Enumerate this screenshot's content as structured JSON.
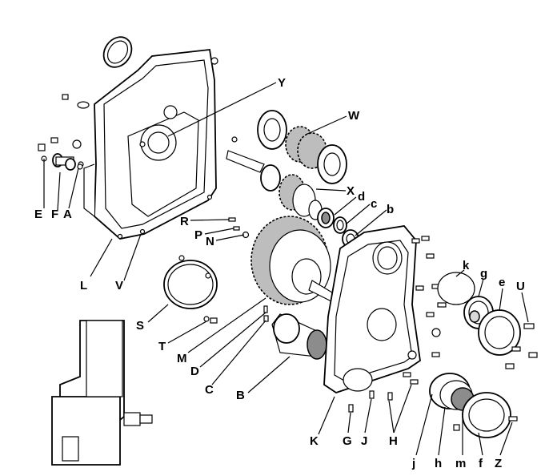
{
  "labels": {
    "Y": "Y",
    "W": "W",
    "X": "X",
    "d": "d",
    "c": "c",
    "b": "b",
    "E": "E",
    "F": "F",
    "A": "A",
    "L": "L",
    "V": "V",
    "R": "R",
    "P": "P",
    "N": "N",
    "S": "S",
    "T": "T",
    "M": "M",
    "D": "D",
    "C": "C",
    "B": "B",
    "K": "K",
    "G": "G",
    "J": "J",
    "H": "H",
    "k": "k",
    "g": "g",
    "e": "e",
    "U": "U",
    "j": "j",
    "h": "h",
    "m": "m",
    "f": "f",
    "Z": "Z"
  }
}
